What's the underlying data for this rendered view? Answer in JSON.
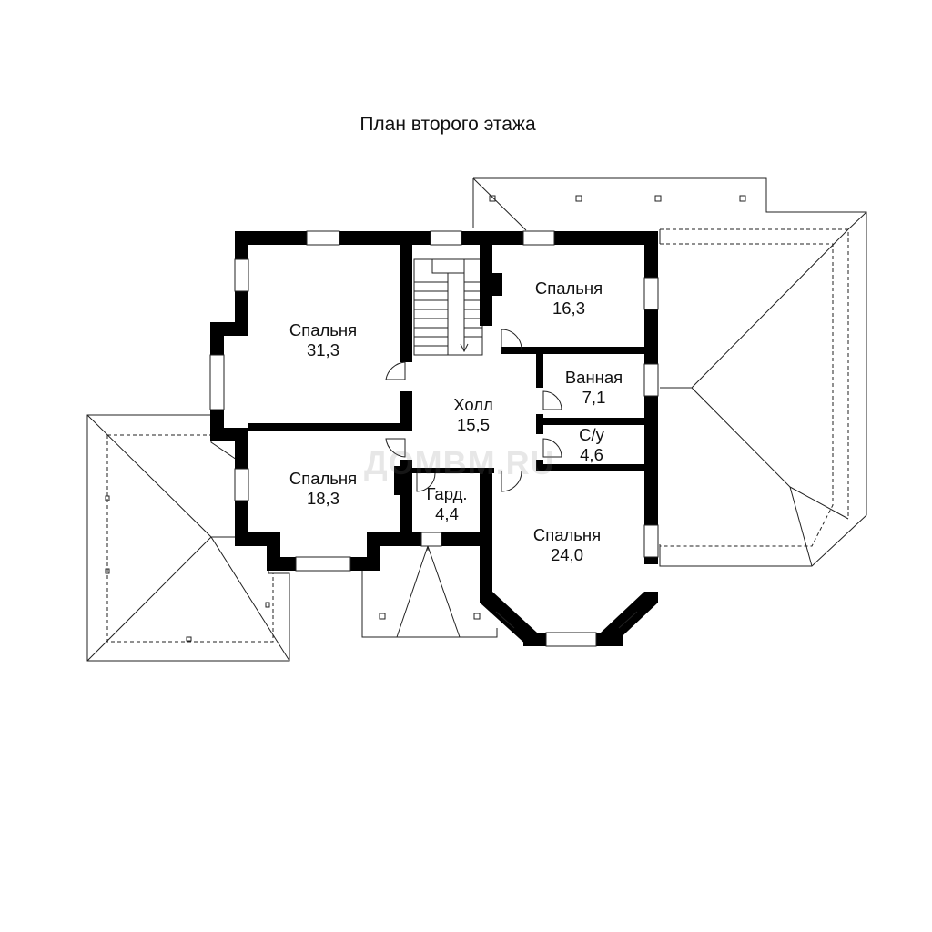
{
  "title": "План второго этажа",
  "watermark": "ДОМВМ.RU",
  "colors": {
    "wall": "#000000",
    "line": "#222222",
    "background": "#ffffff"
  },
  "rooms": [
    {
      "name": "Спальня",
      "area": "31,3"
    },
    {
      "name": "Спальня",
      "area": "18,3"
    },
    {
      "name": "Холл",
      "area": "15,5"
    },
    {
      "name": "Гард.",
      "area": "4,4"
    },
    {
      "name": "Спальня",
      "area": "16,3"
    },
    {
      "name": "Ванная",
      "area": "7,1"
    },
    {
      "name": "С/у",
      "area": "4,6"
    },
    {
      "name": "Спальня",
      "area": "24,0"
    }
  ]
}
